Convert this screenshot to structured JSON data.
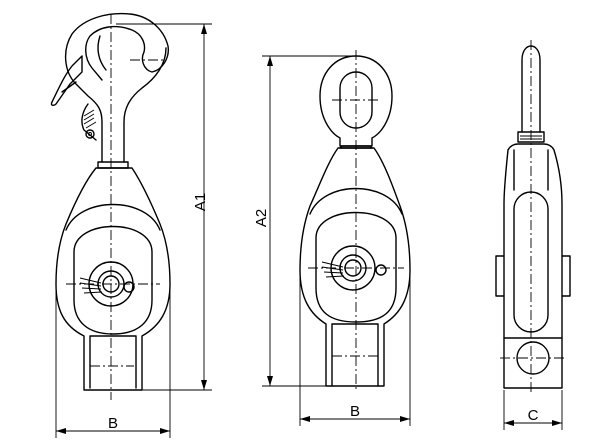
{
  "views": {
    "hook_block": {
      "width_label": "B",
      "height_label": "A1"
    },
    "eye_block": {
      "width_label": "B",
      "height_label": "A2"
    },
    "side_view": {
      "width_label": "C"
    }
  }
}
